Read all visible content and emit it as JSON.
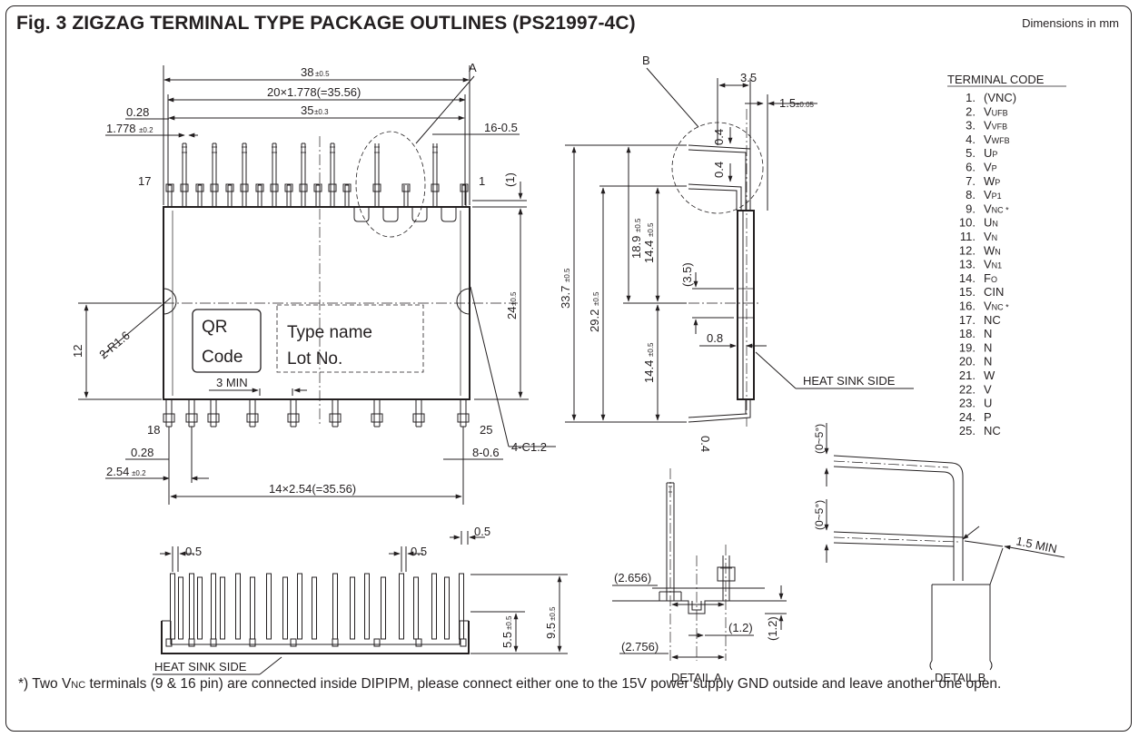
{
  "title": "Fig. 3 ZIGZAG TERMINAL TYPE PACKAGE OUTLINES (PS21997-4C)",
  "units_note": "Dimensions in mm",
  "top_view": {
    "dims": {
      "overall_width": "38",
      "overall_width_tol": "±0.5",
      "pitch_upper": "20×1.778(=35.56)",
      "span_35": "35",
      "span_35_tol": "±0.3",
      "edge_028_top": "0.28",
      "pitch_1778": "1.778",
      "pitch_1778_tol": "±0.2",
      "pin_count_upper": "16-0.5",
      "gap_1": "(1)",
      "height_24": "24",
      "height_24_tol": "±0.5",
      "height_12": "12",
      "radius": "2-R1.6",
      "chamfer": "4-C1.2",
      "min_3": "3 MIN",
      "edge_028_bottom": "0.28",
      "pitch_254": "2.54",
      "pitch_254_tol": "±0.2",
      "pin_count_lower": "8-0.6",
      "pitch_lower": "14×2.54(=35.56)"
    },
    "pin_labels": {
      "p17": "17",
      "p1": "1",
      "p18": "18",
      "p25": "25"
    },
    "callout_a": "A",
    "qr_line1": "QR",
    "qr_line2": "Code",
    "type_name": "Type name",
    "lot_no": "Lot No."
  },
  "side_view": {
    "callout_b": "B",
    "dim_35": "3.5",
    "dim_15": "1.5",
    "dim_15_tol": "±0.05",
    "dim_04a": "0.4",
    "dim_04b": "0.4",
    "dim_04c": "0.4",
    "dim_337": "33.7",
    "dim_337_tol": "±0.5",
    "dim_292": "29.2",
    "dim_292_tol": "±0.5",
    "dim_189": "18.9",
    "dim_189_tol": "±0.5",
    "dim_144a": "14.4",
    "dim_144a_tol": "±0.5",
    "dim_144b": "14.4",
    "dim_144b_tol": "±0.5",
    "dim_35p": "(3.5)",
    "dim_08": "0.8",
    "heat_sink": "HEAT SINK SIDE"
  },
  "front_view": {
    "dim_05a": "0.5",
    "dim_05b": "0.5",
    "dim_05c": "0.5",
    "dim_55": "5.5",
    "dim_55_tol": "±0.5",
    "dim_95": "9.5",
    "dim_95_tol": "±0.5",
    "heat_sink": "HEAT SINK SIDE"
  },
  "detail_a": {
    "dim_2656": "(2.656)",
    "dim_2756": "(2.756)",
    "dim_12h": "(1.2)",
    "dim_12v": "(1.2)",
    "label": "DETAIL A"
  },
  "detail_b": {
    "angle1": "(0~5°)",
    "angle2": "(0~5°)",
    "min15": "1.5 MIN",
    "label": "DETAIL B"
  },
  "terminal_code": {
    "heading": "TERMINAL CODE",
    "items": [
      {
        "num": "1.",
        "name": "(VNC)",
        "sub": ""
      },
      {
        "num": "2.",
        "name": "V",
        "sub": "UFB"
      },
      {
        "num": "3.",
        "name": "V",
        "sub": "VFB"
      },
      {
        "num": "4.",
        "name": "V",
        "sub": "WFB"
      },
      {
        "num": "5.",
        "name": "U",
        "sub": "P"
      },
      {
        "num": "6.",
        "name": "V",
        "sub": "P"
      },
      {
        "num": "7.",
        "name": "W",
        "sub": "P"
      },
      {
        "num": "8.",
        "name": "V",
        "sub": "P1"
      },
      {
        "num": "9.",
        "name": "V",
        "sub": "NC *"
      },
      {
        "num": "10.",
        "name": "U",
        "sub": "N"
      },
      {
        "num": "11.",
        "name": "V",
        "sub": "N"
      },
      {
        "num": "12.",
        "name": "W",
        "sub": "N"
      },
      {
        "num": "13.",
        "name": "V",
        "sub": "N1"
      },
      {
        "num": "14.",
        "name": "F",
        "sub": "O"
      },
      {
        "num": "15.",
        "name": "CIN",
        "sub": ""
      },
      {
        "num": "16.",
        "name": "V",
        "sub": "NC *"
      },
      {
        "num": "17.",
        "name": "NC",
        "sub": ""
      },
      {
        "num": "18.",
        "name": "N",
        "sub": ""
      },
      {
        "num": "19.",
        "name": "N",
        "sub": ""
      },
      {
        "num": "20.",
        "name": "N",
        "sub": ""
      },
      {
        "num": "21.",
        "name": "W",
        "sub": ""
      },
      {
        "num": "22.",
        "name": "V",
        "sub": ""
      },
      {
        "num": "23.",
        "name": "U",
        "sub": ""
      },
      {
        "num": "24.",
        "name": "P",
        "sub": ""
      },
      {
        "num": "25.",
        "name": "NC",
        "sub": ""
      }
    ]
  },
  "footnote": {
    "prefix": "*) Two V",
    "sub": "NC",
    "rest": " terminals (9 & 16 pin) are connected inside DIPIPM, please connect either one to the 15V power supply GND outside and leave another one open."
  }
}
